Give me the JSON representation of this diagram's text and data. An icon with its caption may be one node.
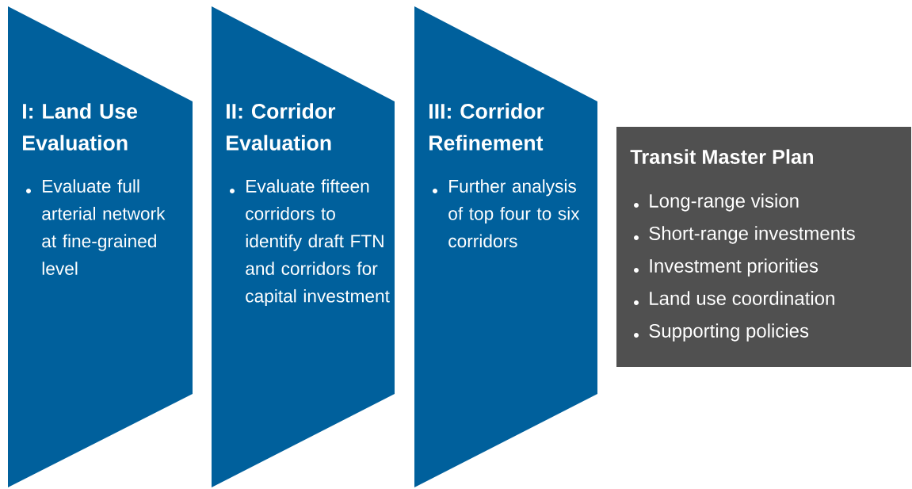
{
  "diagram": {
    "nodes": [
      {
        "text": [
          "I: Land Use Evaluation",
          "Evaluate  full arterial network at fine-grained level"
        ]
      },
      {
        "text": [
          "II: Corridor Evaluation",
          "Evaluate fifteen corridors to identify draft FTN and corridors for capital investment"
        ]
      },
      {
        "text": [
          "III: Corridor Refinement",
          "Further analysis of top four to six corridors"
        ]
      },
      {
        "text": [
          "Transit Master Plan",
          "Long-range vision",
          "Short-range investments",
          "Investment priorities",
          "Land use coordination",
          "Supporting policies"
        ]
      }
    ]
  }
}
